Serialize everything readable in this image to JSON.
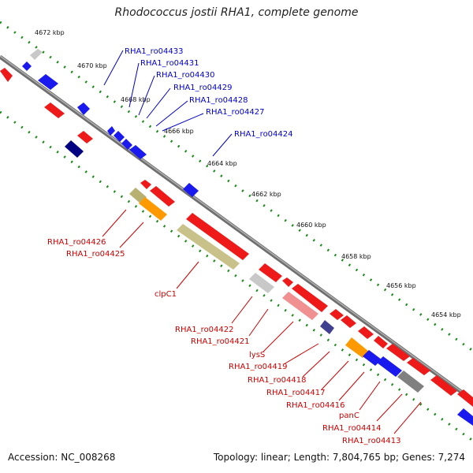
{
  "title": "Rhodococcus jostii RHA1, complete genome",
  "accession": "Accession: NC_008268",
  "stats": "Topology: linear; Length: 7,804,765 bp; Genes: 7,274",
  "colors": {
    "forward_label": "#0000cc",
    "reverse_label": "#cc0000",
    "backbone": "#808080",
    "tick": "#008000"
  },
  "kbp_ticks": [
    "4672 kbp",
    "4670 kbp",
    "4668 kbp",
    "4666 kbp",
    "4664 kbp",
    "4662 kbp",
    "4660 kbp",
    "4658 kbp",
    "4656 kbp",
    "4654 kbp"
  ],
  "forward_labels": [
    "RHA1_ro04433",
    "RHA1_ro04431",
    "RHA1_ro04430",
    "RHA1_ro04429",
    "RHA1_ro04428",
    "RHA1_ro04427",
    "RHA1_ro04424"
  ],
  "reverse_labels_left": [
    "RHA1_ro04426",
    "RHA1_ro04425",
    "clpC1"
  ],
  "reverse_labels_bottom": [
    "RHA1_ro04422",
    "RHA1_ro04421",
    "lysS",
    "RHA1_ro04419",
    "RHA1_ro04418",
    "RHA1_ro04417",
    "RHA1_ro04416",
    "panC",
    "RHA1_ro04414",
    "RHA1_ro04413"
  ]
}
